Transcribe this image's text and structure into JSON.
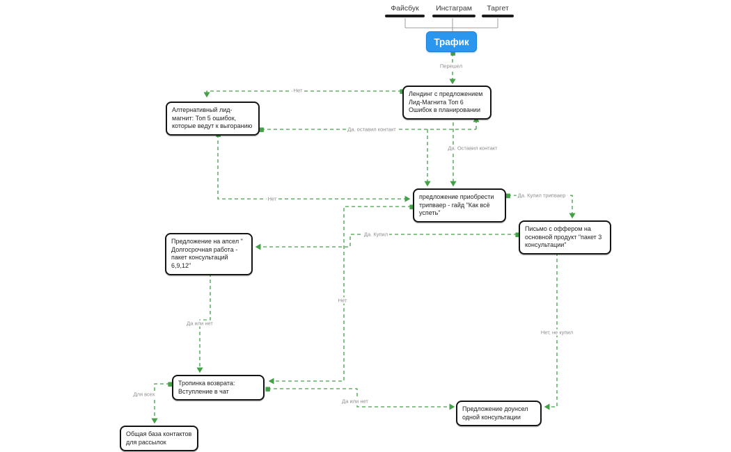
{
  "sources": {
    "facebook": "Файсбук",
    "instagram": "Инстаграм",
    "target": "Таргет"
  },
  "traffic": {
    "label": "Трафик"
  },
  "nodes": {
    "landing": "Лендинг с предложением Лид-Магнита Топ 6 Ошибок в планировании",
    "alt_magnet": "Алтернативный лид-магнит: Топ 5 ошибок, которые ведут к выгоранию",
    "tripwire": "предложение приобрести трипваер - гайд \"Как всё успеть\"",
    "offer_letter": "Письмо с оффером на основной продукт \"пакет 3 консультации\"",
    "upsell": "Предложение на апсел \" Долгосрочная работа - пакет консультаций 6,9,12\"",
    "return_path": "Тропинка возврата: Вступление в чат",
    "contacts_base": "Общая база контактов для рассылок",
    "downsell": "Предложение доунсел одной консультации"
  },
  "edge_labels": {
    "pereshel": "Перешел",
    "net_top": "Нет",
    "da_ostavil_kontakt_1": "Да. оставил контакт",
    "da_ostavil_kontakt_2": "Да. Оставил контакт",
    "da_kupil_tripvaer": "Да. Купил трипваер",
    "net_mid": "Нет",
    "da_kupil": "Да. Купил",
    "net_down": "Нет",
    "da_ili_net_left": "Да или нет",
    "net_ne_kupil": "Нет, не купил",
    "dlya_vseh": "Для всех",
    "da_ili_net_bottom": "Да или нет"
  },
  "colors": {
    "edge_green": "#43a047",
    "traffic_blue": "#2b96ee",
    "node_border": "#141414",
    "tree_gray": "#9e9e9e",
    "edge_label_gray": "#8c8c8c"
  }
}
